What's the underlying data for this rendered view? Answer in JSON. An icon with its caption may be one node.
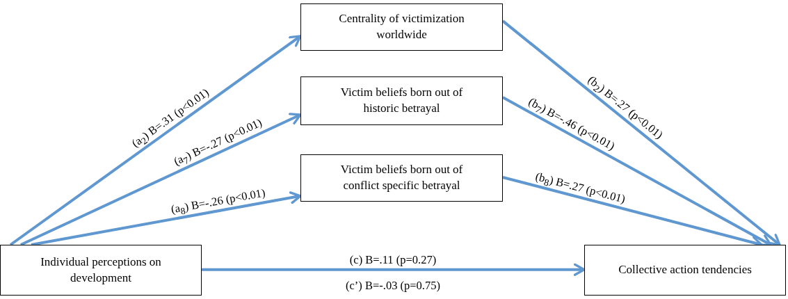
{
  "diagram": {
    "nodes": [
      {
        "text": [
          "Centrality of victimization worldwide"
        ]
      },
      {
        "text": [
          "Victim beliefs born out of historic betrayal"
        ]
      },
      {
        "text": [
          "Victim beliefs born out of conflict specific betrayal"
        ]
      },
      {
        "text": [
          "Individual perceptions on development"
        ]
      },
      {
        "text": [
          "Collective action tendencies"
        ]
      }
    ],
    "edges": [
      {
        "from": 3,
        "to": 0,
        "arrow": "to",
        "label": "(a$_{2}$) B=.31 (p<0.01)"
      },
      {
        "from": 3,
        "to": 1,
        "arrow": "to",
        "label": "(a$_{7}$) B=-.27 (p<0.01)"
      },
      {
        "from": 3,
        "to": 2,
        "arrow": "to",
        "label": "(a$_{8}$) B=-.26 (p<0.01)"
      },
      {
        "from": 0,
        "to": 4,
        "arrow": "to",
        "label": "(b$_{2}$) B=.27 (p<0.01)"
      },
      {
        "from": 1,
        "to": 4,
        "arrow": "to",
        "label": "(b$_{7}$) B=-.46 (p<0.01)"
      },
      {
        "from": 2,
        "to": 4,
        "arrow": "to",
        "label": "(b$_{8}$) B=.27 (p<0.01)"
      },
      {
        "from": 3,
        "to": 4,
        "arrow": "to",
        "label": "(c) B=.11 (p=0.27)"
      }
    ],
    "labels": [
      "(c’) B=-.03 (p=0.75)"
    ]
  }
}
